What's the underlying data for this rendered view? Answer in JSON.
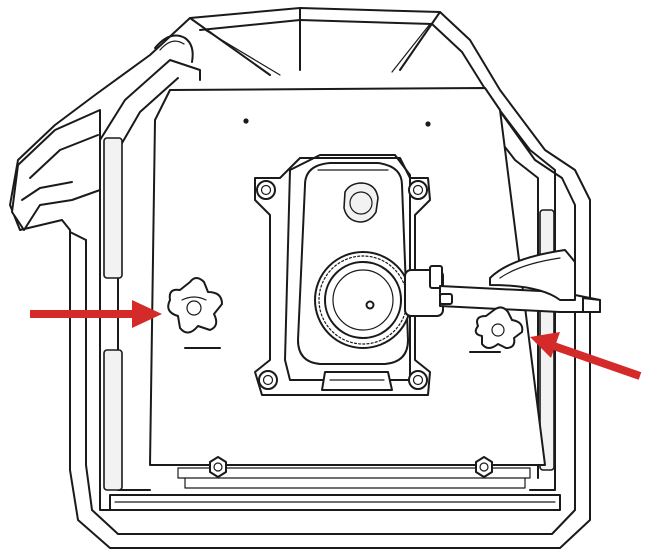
{
  "figure": {
    "line_color": "#1a1a1a",
    "background_color": "#ffffff"
  },
  "annotations": {
    "arrow_color": "#d42a2a",
    "arrows": [
      {
        "name": "arrow-left-knob",
        "points_to": "left-clamp-knob"
      },
      {
        "name": "arrow-right-knob",
        "points_to": "right-clamp-knob"
      }
    ]
  },
  "icons": [
    "clamp-knob-icon",
    "adjustment-dial-icon",
    "hex-bolt-icon"
  ]
}
